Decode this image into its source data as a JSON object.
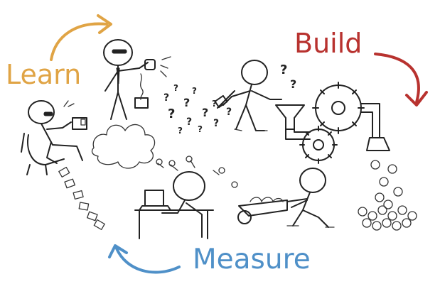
{
  "labels": {
    "learn": "Learn",
    "build": "Build",
    "measure": "Measure"
  },
  "colors": {
    "learn": "#e0a445",
    "build": "#b8322f",
    "measure": "#4f90c8",
    "ink": "#222222"
  },
  "icons": {
    "learn_arrow": "curved-arrow-icon",
    "build_arrow": "curved-arrow-icon",
    "measure_arrow": "curved-arrow-icon",
    "gears": "gear-icon",
    "lightbulbs": "lightbulb-icon",
    "funnel": "funnel-icon"
  }
}
